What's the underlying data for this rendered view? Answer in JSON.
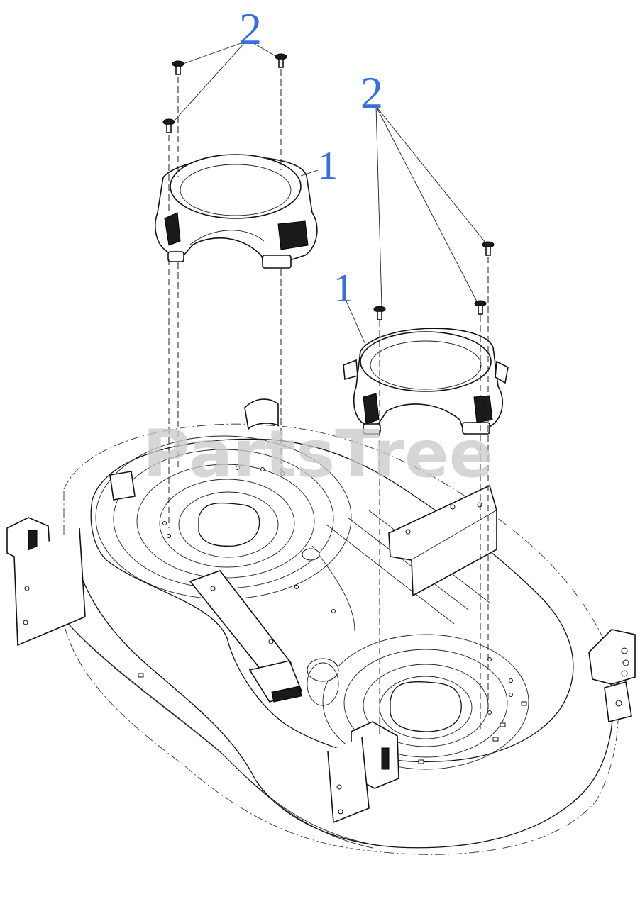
{
  "diagram": {
    "watermark": "PartsTree",
    "callouts": [
      {
        "id": "callout-2-left",
        "label": "2"
      },
      {
        "id": "callout-1-left",
        "label": "1"
      },
      {
        "id": "callout-2-right",
        "label": "2"
      },
      {
        "id": "callout-1-right",
        "label": "1"
      }
    ]
  },
  "colors": {
    "callout": "#3a6fd8",
    "line": "#111111",
    "watermark": "#c8c8c8",
    "background": "#ffffff"
  }
}
